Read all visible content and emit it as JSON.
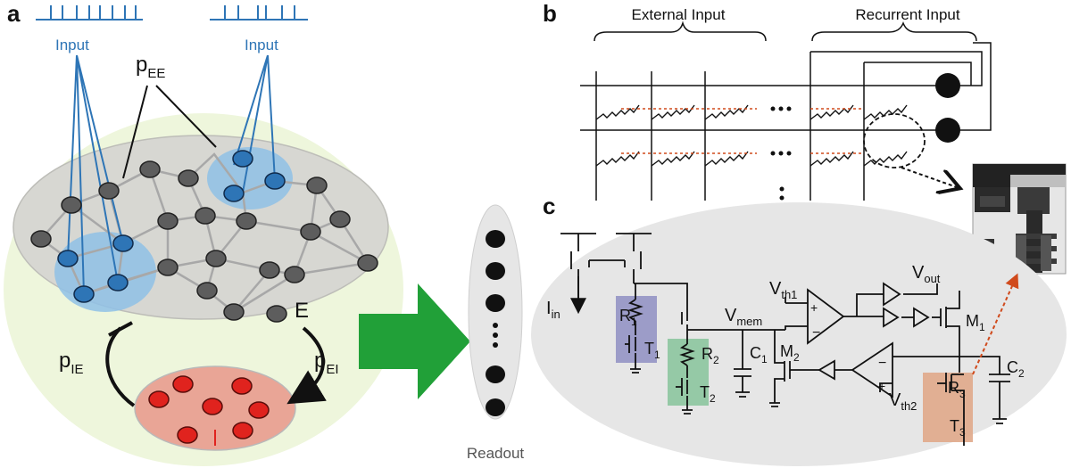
{
  "panels": {
    "a": "a",
    "b": "b",
    "c": "c"
  },
  "panel_a": {
    "input_left": "Input",
    "input_right": "Input",
    "p_ee": {
      "base": "p",
      "sub": "EE"
    },
    "e_label": "E",
    "p_ie": {
      "base": "p",
      "sub": "IE"
    },
    "p_ei": {
      "base": "p",
      "sub": "EI"
    },
    "colors": {
      "excitatory": "#5d5d5d",
      "input_neuron": "#2e75b6",
      "inhibitory": "#e0231e",
      "background": "#eef6dc"
    }
  },
  "readout": {
    "label": "Readout"
  },
  "panel_b": {
    "external_input": "External Input",
    "recurrent_input": "Recurrent Input"
  },
  "panel_c": {
    "i_in": {
      "base": "I",
      "sub": "in"
    },
    "r1": {
      "base": "R",
      "sub": "1"
    },
    "t1": {
      "base": "T",
      "sub": "1"
    },
    "r2": {
      "base": "R",
      "sub": "2"
    },
    "t2": {
      "base": "T",
      "sub": "2"
    },
    "r3": {
      "base": "R",
      "sub": "3"
    },
    "t3": {
      "base": "T",
      "sub": "3"
    },
    "c1": {
      "base": "C",
      "sub": "1"
    },
    "c2": {
      "base": "C",
      "sub": "2"
    },
    "m1": {
      "base": "M",
      "sub": "1"
    },
    "m2": {
      "base": "M",
      "sub": "2"
    },
    "v_mem": {
      "base": "V",
      "sub": "mem"
    },
    "v_th1": {
      "base": "V",
      "sub": "th1"
    },
    "v_th2": {
      "base": "V",
      "sub": "th2"
    },
    "v_out": {
      "base": "V",
      "sub": "out"
    }
  }
}
